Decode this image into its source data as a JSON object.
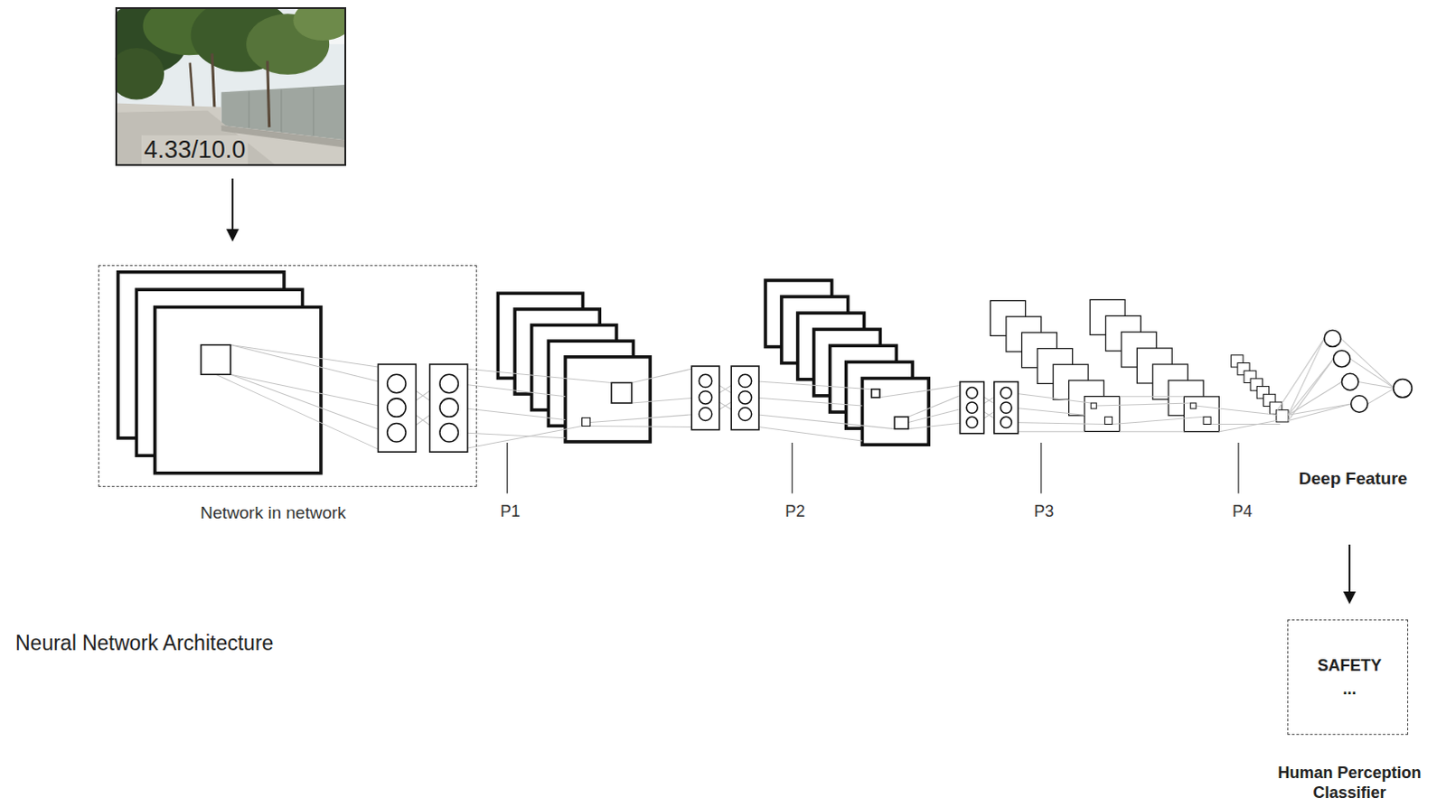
{
  "diagram": {
    "caption": "Neural Network Architecture",
    "nodes": [
      {
        "text": [
          "4.33/10.0"
        ]
      },
      {
        "text": [
          "Network in network"
        ]
      },
      {
        "text": [
          "Deep Feature"
        ]
      },
      {
        "text": [
          "SAFETY",
          "...",
          "Human Perception Classifier"
        ]
      }
    ],
    "edges": [
      {
        "from": 0,
        "to": 1,
        "arrow": "to"
      },
      {
        "from": 2,
        "to": 3,
        "arrow": "to"
      }
    ],
    "labels": [
      "P1",
      "P2",
      "P3",
      "P4"
    ]
  }
}
